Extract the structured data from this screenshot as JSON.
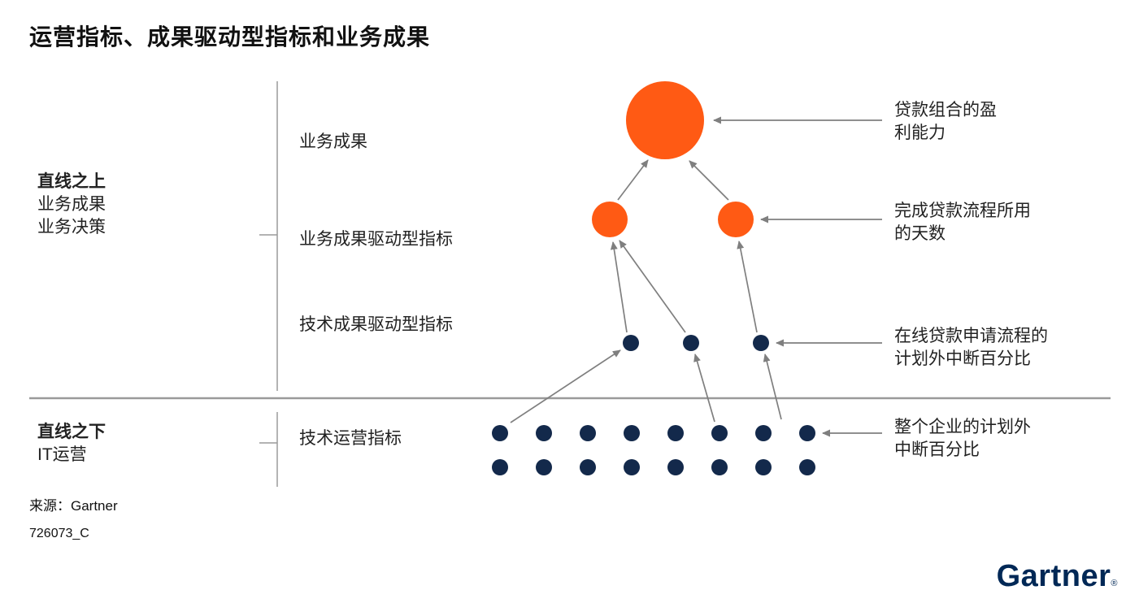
{
  "page": {
    "title": "运营指标、成果驱动型指标和业务成果",
    "source": "来源：Gartner",
    "document_id": "726073_C",
    "logo_text": "Gartner",
    "logo_reg": "®"
  },
  "axis": {
    "above_line": {
      "heading": "直线之上",
      "lines": [
        "业务成果",
        "业务决策"
      ]
    },
    "below_line": {
      "heading": "直线之下",
      "lines": [
        "IT运营"
      ]
    }
  },
  "levels": {
    "business_outcome": "业务成果",
    "business_outcome_driven": "业务成果驱动型指标",
    "tech_outcome_driven": "技术成果驱动型指标",
    "tech_operational": "技术运营指标"
  },
  "annotations": {
    "loan_profitability": [
      "贷款组合的盈",
      "利能力"
    ],
    "loan_process_days": [
      "完成贷款流程所用",
      "的天数"
    ],
    "online_loan_outage_pct": [
      "在线贷款申请流程的",
      "计划外中断百分比"
    ],
    "enterprise_outage_pct": [
      "整个企业的计划外",
      "中断百分比"
    ]
  },
  "colors": {
    "orange": "#FF5A14",
    "navy": "#13294B",
    "logo_navy": "#002856",
    "arrow_gray": "#7F7F7F",
    "line_gray": "#9A9A9A"
  }
}
